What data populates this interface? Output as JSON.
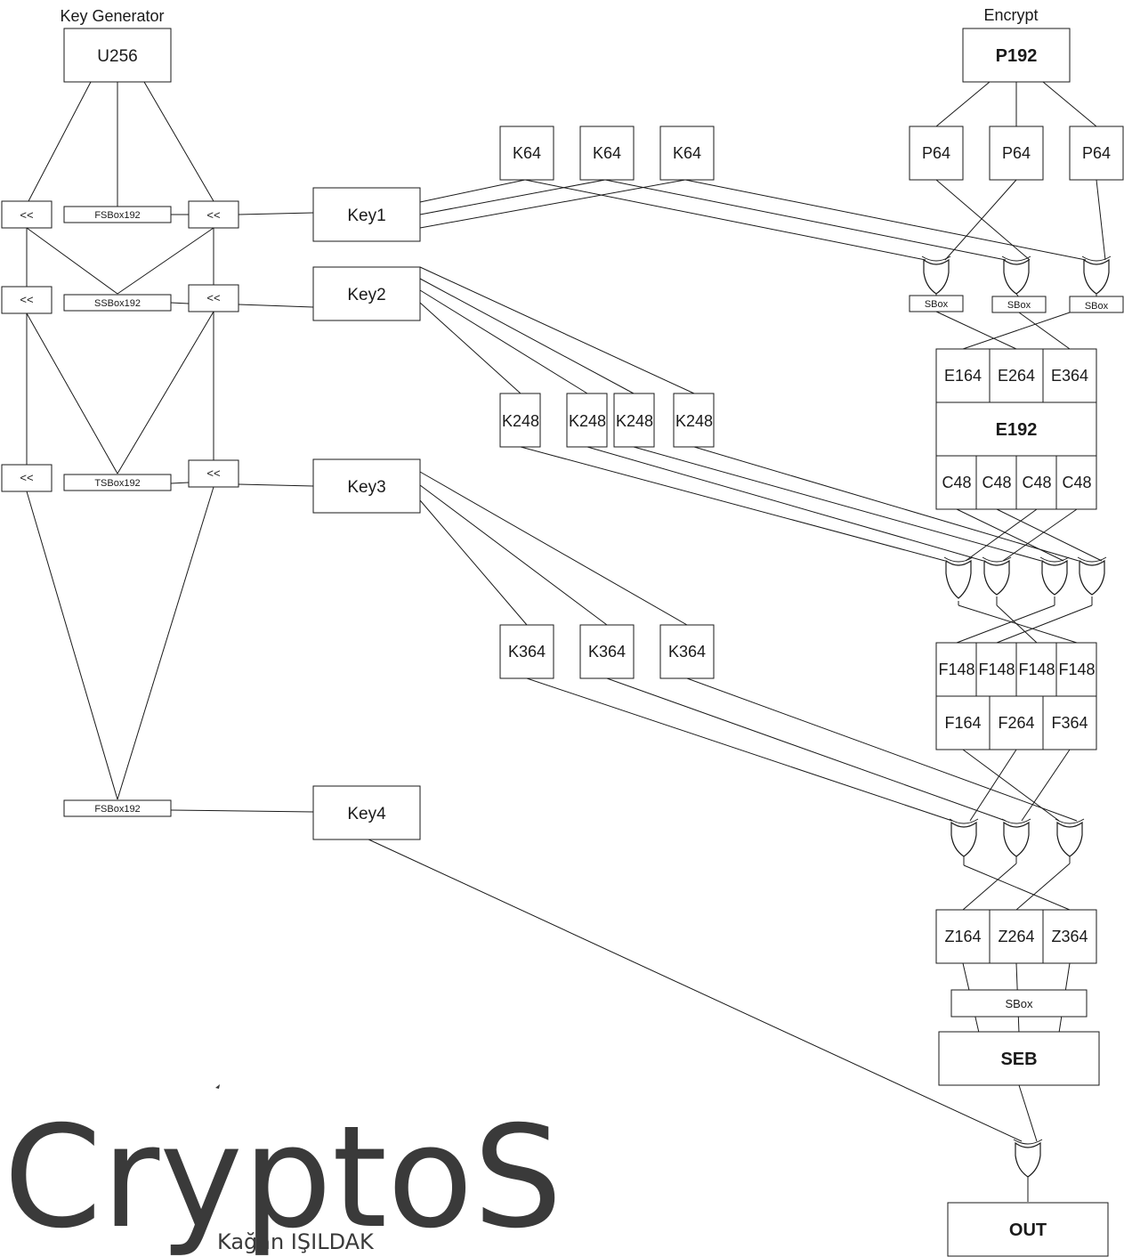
{
  "headers": {
    "key_generator": "Key Generator",
    "encrypt": "Encrypt"
  },
  "key_generator": {
    "seed": "U256",
    "shift": "<<",
    "sboxes": [
      "FSBox192",
      "SSBox192",
      "TSBox192",
      "FSBox192"
    ],
    "keys": [
      "Key1",
      "Key2",
      "Key3",
      "Key4"
    ]
  },
  "round_keys": {
    "k64": [
      "K64",
      "K64",
      "K64"
    ],
    "k248": [
      "K248",
      "K248",
      "K248",
      "K248"
    ],
    "k364": [
      "K364",
      "K364",
      "K364"
    ]
  },
  "encrypt": {
    "plaintext": "P192",
    "blocks": [
      "P64",
      "P64",
      "P64"
    ],
    "sbox": "SBox",
    "e_parts": [
      "E164",
      "E264",
      "E364"
    ],
    "e_full": "E192",
    "c_parts": [
      "C48",
      "C48",
      "C48",
      "C48"
    ],
    "f_small": [
      "F148",
      "F148",
      "F148",
      "F148"
    ],
    "f_parts": [
      "F164",
      "F264",
      "F364"
    ],
    "z_parts": [
      "Z164",
      "Z264",
      "Z364"
    ],
    "final_sbox": "SBox",
    "seb": "SEB",
    "out": "OUT"
  },
  "branding": {
    "title": "CryptoS",
    "author": "Kağan IŞILDAK"
  }
}
